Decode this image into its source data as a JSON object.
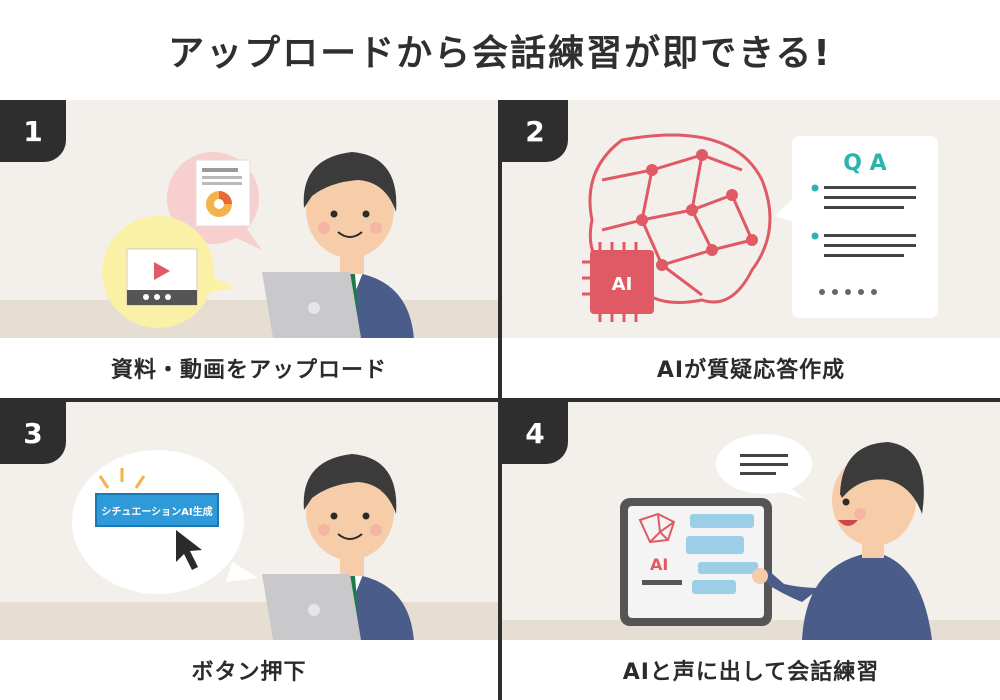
{
  "title": "アップロードから会話練習が即できる!",
  "colors": {
    "background": "#f3efea",
    "frame": "#2e2e2e",
    "accent_red": "#e05a66",
    "accent_teal": "#2bb3ad",
    "button_blue": "#2f9ad9",
    "suit": "#4a5d8a"
  },
  "steps": [
    {
      "number": "1",
      "caption": "資料・動画をアップロード"
    },
    {
      "number": "2",
      "caption": "AIが質疑応答作成",
      "chip_label": "AI",
      "qa_label": "Q A"
    },
    {
      "number": "3",
      "caption": "ボタン押下",
      "button_label": "シチュエーションAI生成"
    },
    {
      "number": "4",
      "caption": "AIと声に出して会話練習",
      "tablet_label": "AI"
    }
  ]
}
